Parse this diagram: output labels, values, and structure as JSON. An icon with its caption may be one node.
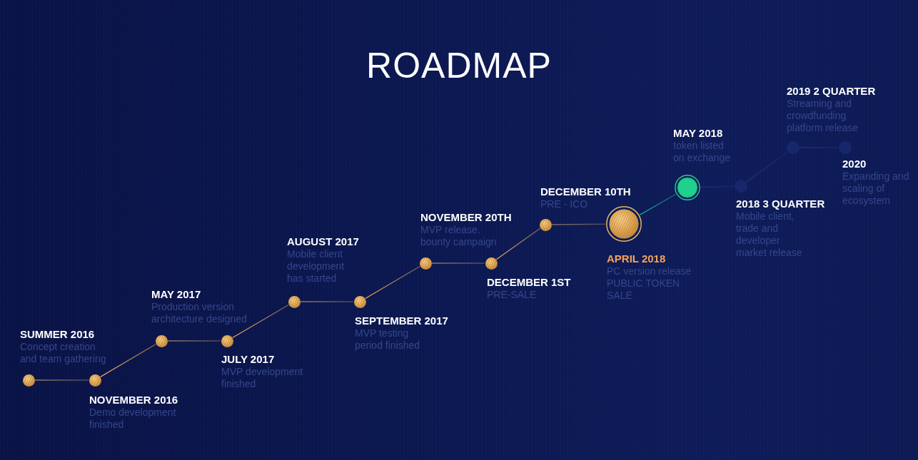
{
  "diagram": {
    "title": "ROADMAP",
    "nodes": [
      {
        "text": [],
        "shape": "circle",
        "beside": [
          "SUMMER 2016",
          "Concept creation and team gathering"
        ]
      },
      {
        "text": [],
        "shape": "circle",
        "beside": [
          "NOVEMBER 2016",
          "Demo development finished"
        ]
      },
      {
        "text": [],
        "shape": "circle",
        "beside": [
          "MAY 2017",
          "Production version architecture designed"
        ]
      },
      {
        "text": [],
        "shape": "circle",
        "beside": [
          "JULY 2017",
          "MVP development finished"
        ]
      },
      {
        "text": [],
        "shape": "circle",
        "beside": [
          "AUGUST 2017",
          "Mobile client development has started"
        ]
      },
      {
        "text": [],
        "shape": "circle",
        "beside": [
          "SEPTEMBER 2017",
          "MVP testing period finished"
        ]
      },
      {
        "text": [],
        "shape": "circle",
        "beside": [
          "NOVEMBER 20TH",
          "MVP release. bounty campaign"
        ]
      },
      {
        "text": [],
        "shape": "circle",
        "beside": [
          "DECEMBER 1ST",
          "PRE-SALE"
        ]
      },
      {
        "text": [],
        "shape": "circle",
        "beside": [
          "DECEMBER 10TH",
          "PRE - ICO"
        ]
      },
      {
        "text": [],
        "shape": "circle",
        "beside": [
          "APRIL 2018",
          "PC version release PUBLIC TOKEN SALE"
        ]
      },
      {
        "text": [],
        "shape": "circle",
        "beside": [
          "MAY 2018",
          "token listed on exchange"
        ]
      },
      {
        "text": [],
        "shape": "circle",
        "beside": [
          "2018 3 QUARTER",
          "Mobile client, trade and developer market release"
        ]
      },
      {
        "text": [],
        "shape": "circle",
        "beside": [
          "2019 2 QUARTER",
          "Streaming and crowdfunding platform release"
        ]
      },
      {
        "text": [],
        "shape": "circle",
        "beside": [
          "2020",
          "Expanding and scaling of ecosystem"
        ]
      }
    ],
    "edges": [
      {
        "from": 0,
        "to": 1,
        "arrow": "none",
        "color": "#8a7868"
      },
      {
        "from": 1,
        "to": 2,
        "arrow": "none",
        "color": "#e6a65c"
      },
      {
        "from": 2,
        "to": 3,
        "arrow": "none",
        "color": "#8a7868"
      },
      {
        "from": 3,
        "to": 4,
        "arrow": "none",
        "color": "#e6a65c"
      },
      {
        "from": 4,
        "to": 5,
        "arrow": "none",
        "color": "#8a7868"
      },
      {
        "from": 5,
        "to": 6,
        "arrow": "none",
        "color": "#e6a65c"
      },
      {
        "from": 6,
        "to": 7,
        "arrow": "none",
        "color": "#8a7868"
      },
      {
        "from": 7,
        "to": 8,
        "arrow": "none",
        "color": "#e6a65c"
      },
      {
        "from": 8,
        "to": 9,
        "arrow": "none",
        "color": "#8a7868"
      },
      {
        "from": 9,
        "to": 10,
        "arrow": "none",
        "color": "#1fa88f"
      },
      {
        "from": 10,
        "to": 11,
        "arrow": "none",
        "color": "#22317a"
      },
      {
        "from": 11,
        "to": 12,
        "arrow": "none",
        "color": "#22317a"
      },
      {
        "from": 12,
        "to": 13,
        "arrow": "none",
        "color": "#22317a"
      }
    ]
  }
}
